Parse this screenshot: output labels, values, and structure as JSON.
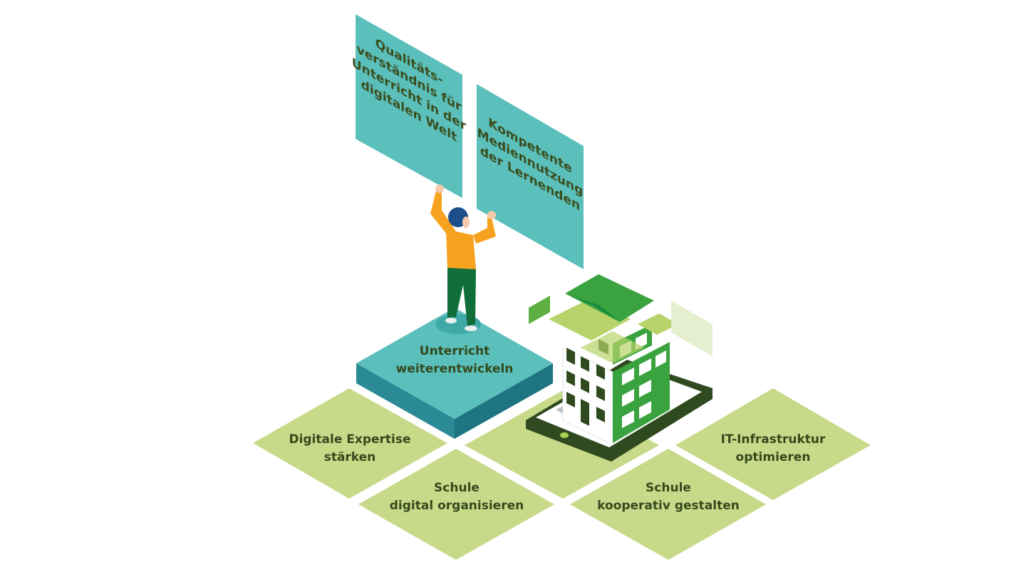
{
  "colors": {
    "tile": "#c8da8a",
    "teal_panel": "#5bbfbb",
    "teal_side": "#23818d",
    "text": "#35491c",
    "building_green": "#3aa33f",
    "tablet": "#2f4a1e",
    "shirt": "#f5a21f",
    "pants": "#0f6e3a",
    "hair": "#1b4e8a"
  },
  "panels": {
    "left": [
      "Qualitäts-",
      "verständnis für",
      "Unterricht in der",
      "digitalen Welt"
    ],
    "right": [
      "Kompetente",
      "Mediennutzung",
      "der Lernenden"
    ]
  },
  "platform": [
    "Unterricht",
    "weiterentwickeln"
  ],
  "tiles": {
    "expertise": [
      "Digitale Expertise",
      "stärken"
    ],
    "organisieren": [
      "Schule",
      "digital organisieren"
    ],
    "kooperativ": [
      "Schule",
      "kooperativ gestalten"
    ],
    "infrastruktur": [
      "IT-Infrastruktur",
      "optimieren"
    ]
  }
}
